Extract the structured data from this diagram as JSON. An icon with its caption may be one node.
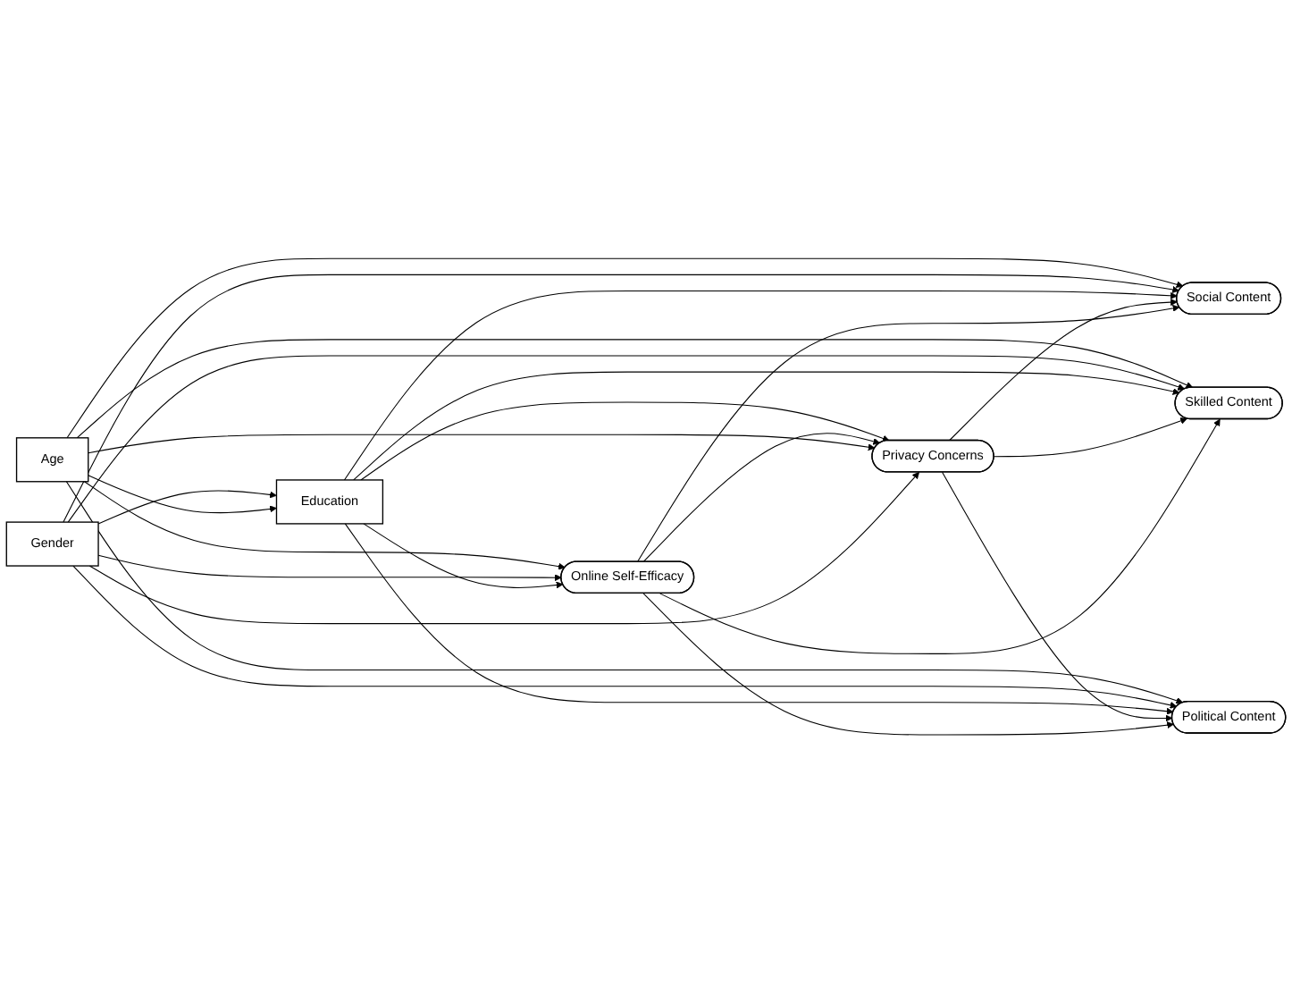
{
  "diagram": {
    "nodes": [
      {
        "text": [
          "Age"
        ]
      },
      {
        "text": [
          "Gender"
        ]
      },
      {
        "text": [
          "Education"
        ]
      },
      {
        "text": [
          "Privacy Concerns"
        ]
      },
      {
        "text": [
          "Online Self-Efficacy"
        ]
      },
      {
        "text": [
          "Social Content"
        ]
      },
      {
        "text": [
          "Skilled Content"
        ]
      },
      {
        "text": [
          "Political Content"
        ]
      }
    ],
    "edges": [
      {
        "from": 1,
        "to": 2,
        "arrow": "to"
      },
      {
        "from": 2,
        "to": 3,
        "arrow": "to"
      },
      {
        "from": 4,
        "to": 3,
        "arrow": "to"
      },
      {
        "from": 0,
        "to": 2,
        "arrow": "to"
      },
      {
        "from": 0,
        "to": 3,
        "arrow": "to"
      },
      {
        "from": 0,
        "to": 4,
        "arrow": "to"
      },
      {
        "from": 1,
        "to": 3,
        "arrow": "to"
      },
      {
        "from": 1,
        "to": 4,
        "arrow": "to"
      },
      {
        "from": 2,
        "to": 4,
        "arrow": "to"
      },
      {
        "from": 0,
        "to": 5,
        "arrow": "to"
      },
      {
        "from": 0,
        "to": 6,
        "arrow": "to"
      },
      {
        "from": 0,
        "to": 7,
        "arrow": "to"
      },
      {
        "from": 1,
        "to": 5,
        "arrow": "to"
      },
      {
        "from": 1,
        "to": 6,
        "arrow": "to"
      },
      {
        "from": 1,
        "to": 7,
        "arrow": "to"
      },
      {
        "from": 2,
        "to": 5,
        "arrow": "to"
      },
      {
        "from": 2,
        "to": 6,
        "arrow": "to"
      },
      {
        "from": 2,
        "to": 7,
        "arrow": "to"
      },
      {
        "from": 3,
        "to": 5,
        "arrow": "to"
      },
      {
        "from": 3,
        "to": 6,
        "arrow": "to"
      },
      {
        "from": 3,
        "to": 7,
        "arrow": "to"
      },
      {
        "from": 4,
        "to": 5,
        "arrow": "to"
      },
      {
        "from": 4,
        "to": 6,
        "arrow": "to"
      },
      {
        "from": 4,
        "to": 7,
        "arrow": "to"
      }
    ]
  }
}
